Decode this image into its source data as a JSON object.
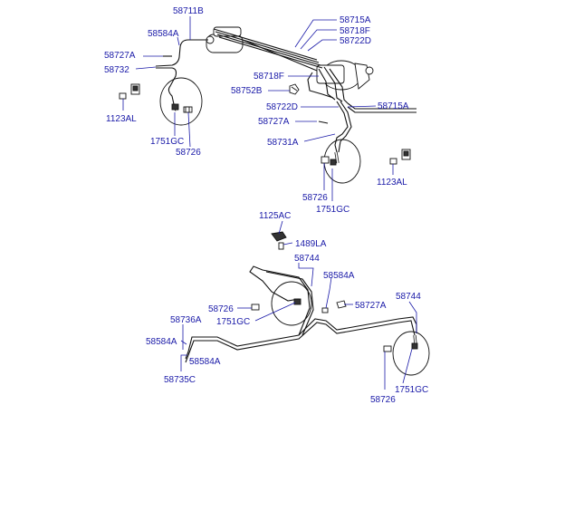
{
  "diagram": {
    "labels": {
      "p58711B": "58711B",
      "p58584A_1": "58584A",
      "p58727A_1": "58727A",
      "p58732": "58732",
      "p1123AL_1": "1123AL",
      "p1751GC_1": "1751GC",
      "p58726_1": "58726",
      "p58715A_1": "58715A",
      "p58718F_1": "58718F",
      "p58722D_1": "58722D",
      "p58718F_2": "58718F",
      "p58752B": "58752B",
      "p58722D_2": "58722D",
      "p58715A_2": "58715A",
      "p58727A_2": "58727A",
      "p58731A": "58731A",
      "p58726_2": "58726",
      "p1751GC_2": "1751GC",
      "p1123AL_2": "1123AL",
      "p1125AC": "1125AC",
      "p1489LA": "1489LA",
      "p58744_1": "58744",
      "p58584A_2": "58584A",
      "p58727A_3": "58727A",
      "p58726_3": "58726",
      "p1751GC_3": "1751GC",
      "p58744_2": "58744",
      "p58736A": "58736A",
      "p58584A_3": "58584A",
      "p58584A_4": "58584A",
      "p58735C": "58735C",
      "p1751GC_4": "1751GC",
      "p58726_4": "58726"
    }
  }
}
